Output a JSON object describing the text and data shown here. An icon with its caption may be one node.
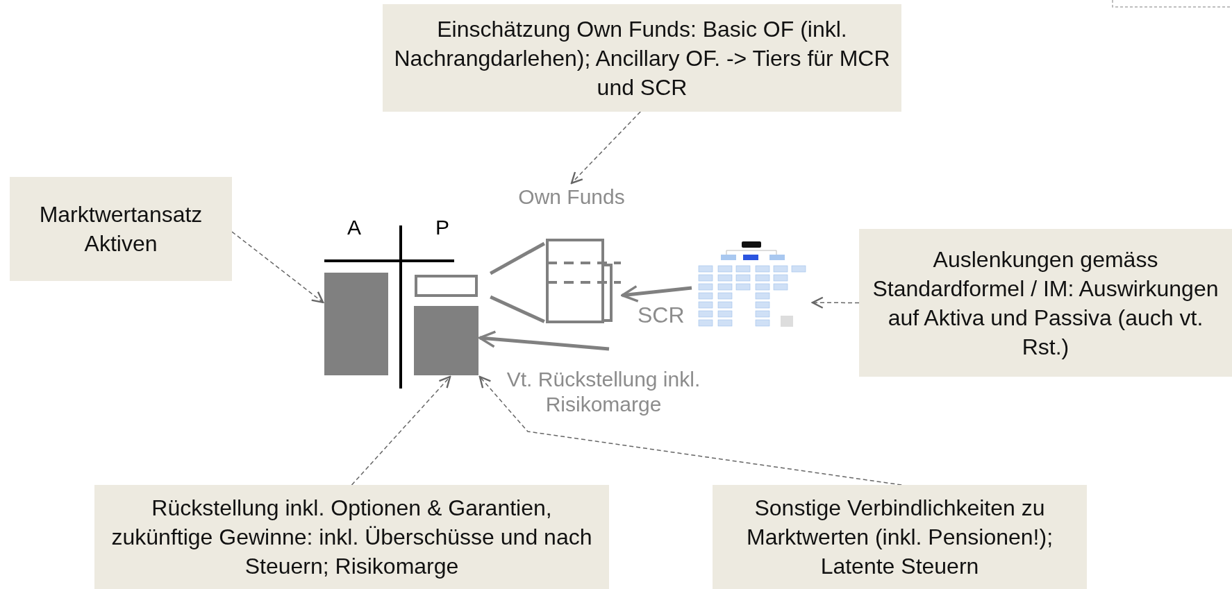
{
  "diagram": {
    "nodes": [
      {
        "text": [
          "Einschätzung Own Funds: Basic OF (inkl. Nachrangdarlehen); Ancillary OF. -> Tiers für MCR und SCR"
        ]
      },
      {
        "text": [
          "Own Funds"
        ]
      },
      {
        "text": [
          "Marktwertansatz Aktiven"
        ]
      },
      {
        "text": [],
        "shape": "box"
      },
      {
        "text": [],
        "shape": "box"
      },
      {
        "text": [],
        "shape": "picture"
      },
      {
        "text": [],
        "shape": "picture"
      },
      {
        "text": [
          "Auslenkungen gemäss Standardformel / IM: Auswirkungen auf Aktiva und Passiva (auch vt. Rst.)"
        ]
      },
      {
        "text": [],
        "shape": "box"
      },
      {
        "text": [
          "Rückstellung inkl. Optionen & Garantien, zukünftige Gewinne: inkl. Überschüsse und nach Steuern; Risikomarge"
        ]
      },
      {
        "text": [
          "Sonstige Verbindlichkeiten zu Marktwerten (inkl. Pensionen!); Latente Steuern"
        ]
      }
    ],
    "edges": [
      {
        "from": 0,
        "to": 1,
        "arrow": "to",
        "style": "dashed"
      },
      {
        "from": 2,
        "to": 3,
        "arrow": "to",
        "style": "dashed"
      },
      {
        "from": 7,
        "to": 6,
        "arrow": "to",
        "style": "dashed"
      },
      {
        "from": 4,
        "to": 5,
        "arrow": "none",
        "style": "thick",
        "color": "#808080"
      },
      {
        "from": 4,
        "to": 5,
        "arrow": "none",
        "style": "thick",
        "color": "#808080"
      },
      {
        "from": 6,
        "to": 5,
        "arrow": "to",
        "label": "SCR",
        "style": "thick",
        "color": "#808080"
      },
      {
        "from": null,
        "to": 8,
        "arrow": "to",
        "style": "thick",
        "color": "#808080"
      },
      {
        "from": 9,
        "to": 8,
        "arrow": "to",
        "style": "dashed"
      },
      {
        "from": 10,
        "to": 8,
        "arrow": "to",
        "style": "dashed"
      }
    ],
    "labels": [
      "A",
      "P",
      "Vt. Rückstellung inkl. Risikomarge"
    ]
  }
}
